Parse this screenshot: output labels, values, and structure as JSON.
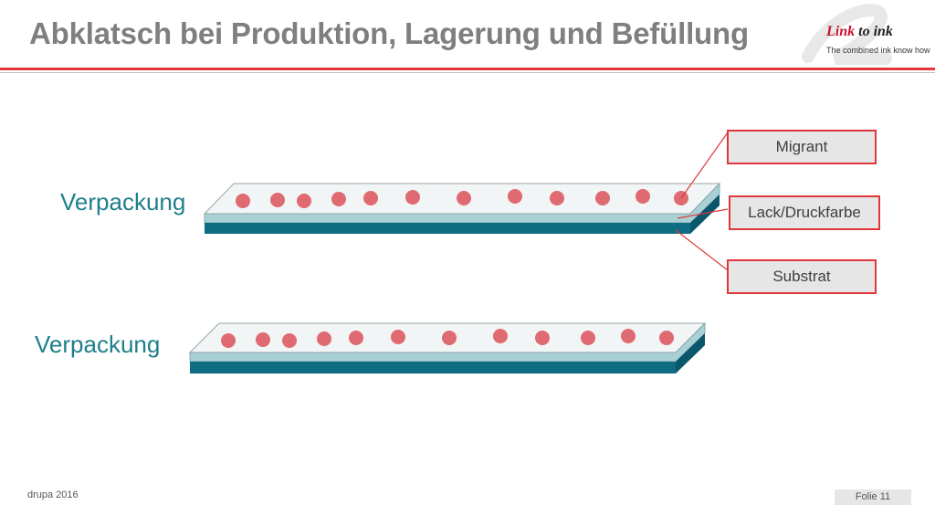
{
  "header": {
    "title": "Abklatsch bei Produktion, Lagerung und Befüllung",
    "logo": {
      "link": "Link",
      "to_ink": " to ink",
      "tagline": "The combined ink know how"
    }
  },
  "diagram": {
    "layer_label_top": "Verpackung",
    "layer_label_bottom": "Verpackung",
    "legend": {
      "migrant": "Migrant",
      "lack": "Lack/Druckfarbe",
      "substrat": "Substrat"
    }
  },
  "footer": {
    "left": "drupa 2016",
    "right": "Folie 11"
  },
  "colors": {
    "accent": "#e0383a",
    "teal": "#1f7f8c",
    "dot": "#e06a72"
  }
}
